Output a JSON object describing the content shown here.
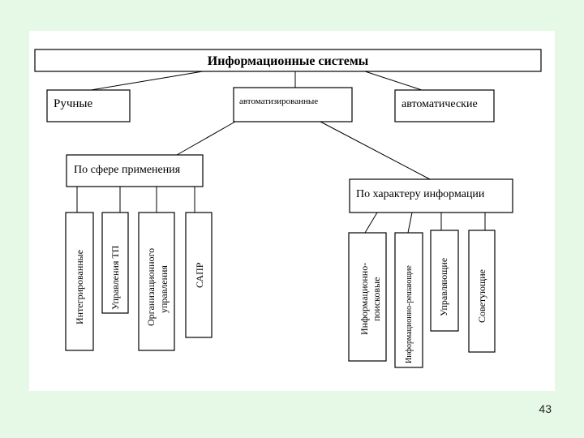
{
  "diagram": {
    "root": "Информационные системы",
    "level1": [
      "Ручные",
      "автоматизированные",
      "автоматические"
    ],
    "groups": {
      "by_scope": {
        "label": "По сфере применения",
        "items": [
          "Интегрированные",
          "Управления ТП",
          "Организационного управления",
          "САПР"
        ]
      },
      "by_info": {
        "label": "По характеру информации",
        "items": [
          "Информационно-поисковые",
          "Информационно-решающие",
          "Управляющие",
          "Советующие"
        ]
      }
    }
  },
  "footer": {
    "page_number": "43"
  }
}
